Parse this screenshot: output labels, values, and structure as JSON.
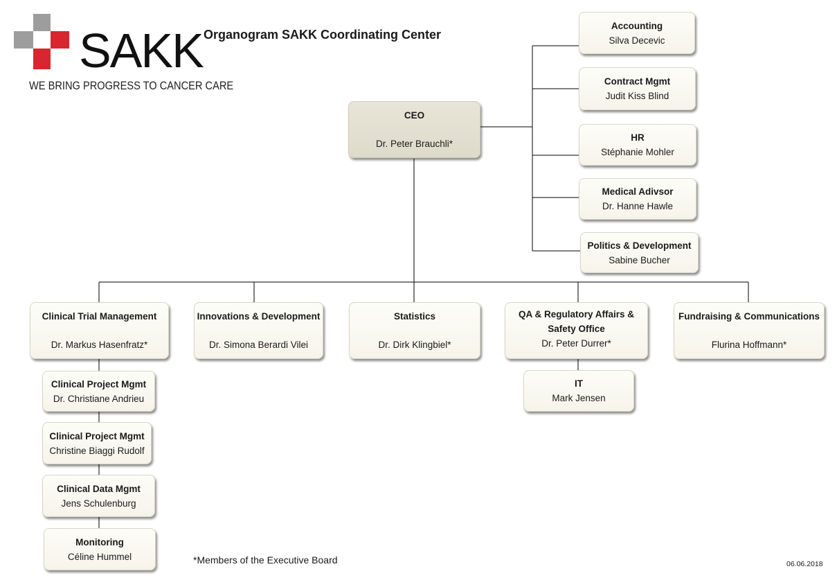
{
  "logo": {
    "wordmark": "SAKK",
    "tagline": "WE BRING PROGRESS TO CANCER CARE"
  },
  "title": "Organogram SAKK Coordinating Center",
  "ceo": {
    "role": "CEO",
    "name": "Dr. Peter Brauchli*"
  },
  "staff": [
    {
      "role": "Accounting",
      "name": "Silva Decevic"
    },
    {
      "role": "Contract Mgmt",
      "name": "Judit Kiss Blind"
    },
    {
      "role": "HR",
      "name": "Stéphanie Mohler"
    },
    {
      "role": "Medical Adivsor",
      "name": "Dr. Hanne Hawle"
    },
    {
      "role": "Politics & Development",
      "name": "Sabine Bucher"
    }
  ],
  "departments": [
    {
      "role": "Clinical Trial Management",
      "name": "Dr. Markus Hasenfratz*"
    },
    {
      "role": "Innovations & Development",
      "name": "Dr. Simona Berardi Vilei"
    },
    {
      "role": "Statistics",
      "name": "Dr. Dirk Klingbiel*"
    },
    {
      "role": "QA & Regulatory Affairs & Safety Office",
      "name": "Dr. Peter Durrer*"
    },
    {
      "role": "Fundraising & Communications",
      "name": "Flurina Hoffmann*"
    }
  ],
  "ctm_units": [
    {
      "role": "Clinical Project Mgmt",
      "name": "Dr. Christiane Andrieu"
    },
    {
      "role": "Clinical Project Mgmt",
      "name": "Christine Biaggi Rudolf"
    },
    {
      "role": "Clinical Data Mgmt",
      "name": "Jens Schulenburg"
    },
    {
      "role": "Monitoring",
      "name": "Céline Hummel"
    }
  ],
  "qa_units": [
    {
      "role": "IT",
      "name": "Mark Jensen"
    }
  ],
  "footnote": "*Members of the Executive Board",
  "date": "06.06.2018",
  "colors": {
    "logo_red": "#d7262f",
    "logo_gray": "#9d9d9d",
    "ceo_fill": "#e3e0d2",
    "box_fill": "#faf9f2",
    "connector": "#000000"
  }
}
